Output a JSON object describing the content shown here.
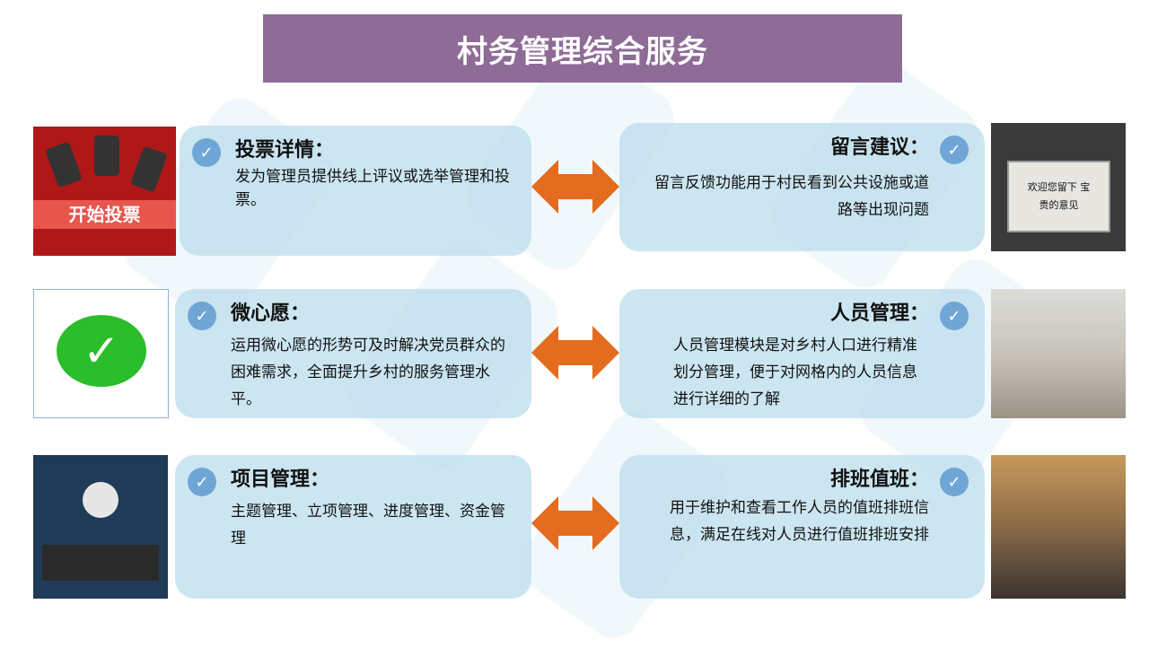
{
  "title": "村务管理综合服务",
  "colors": {
    "title_bg": "#8e6c97",
    "panel_bg": "#bbdeec",
    "arrow": "#e46c1f",
    "check": "#6fa6d6"
  },
  "items": [
    {
      "heading": "投票详情：",
      "text": "发为管理员提供线上评议或选举管理和投票。",
      "image_text": "开始投票"
    },
    {
      "heading": "留言建议：",
      "text": "留言反馈功能用于村民看到公共设施或道路等出现问题",
      "image_text": "欢迎您留下 宝贵的意见"
    },
    {
      "heading": "微心愿：",
      "text": "运用微心愿的形势可及时解决党员群众的困难需求，全面提升乡村的服务管理水平。"
    },
    {
      "heading": "人员管理：",
      "text": "人员管理模块是对乡村人口进行精准划分管理，便于对网格内的人员信息进行详细的了解"
    },
    {
      "heading": "项目管理：",
      "text": "主题管理、立项管理、进度管理、资金管理"
    },
    {
      "heading": "排班值班：",
      "text": "用于维护和查看工作人员的值班排班信息，满足在线对人员进行值班排班安排"
    }
  ]
}
